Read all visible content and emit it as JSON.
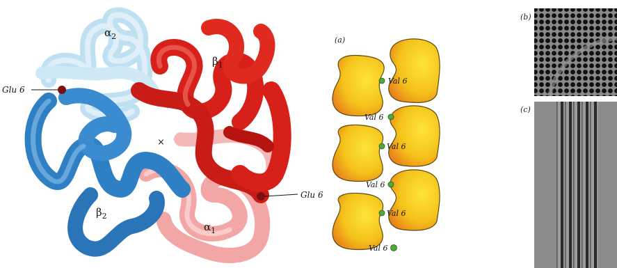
{
  "panel_labels": {
    "a": "(a)",
    "b": "(b)",
    "c": "(c)"
  },
  "subunits": {
    "alpha2": {
      "greek": "α",
      "sub": "2"
    },
    "beta1": {
      "greek": "β",
      "sub": "1"
    },
    "beta2": {
      "greek": "β",
      "sub": "2"
    },
    "alpha1": {
      "greek": "α",
      "sub": "1"
    }
  },
  "glu_left": "Glu 6",
  "glu_right": "Glu 6",
  "center_mark": "×",
  "val_labels": [
    "Val 6",
    "Val 6",
    "Val 6",
    "Val 6",
    "Val 6",
    "Val 6"
  ],
  "colors": {
    "alpha_light_blue": "#bfe0f0",
    "beta_blue": "#2f7fc4",
    "beta_red": "#d8201a",
    "alpha_pink": "#f2a6a6",
    "molecule_yellow": "#f4c21a",
    "molecule_orange": "#e8901a",
    "val_green": "#4fa83a",
    "glu_dark": "#7a1010"
  }
}
